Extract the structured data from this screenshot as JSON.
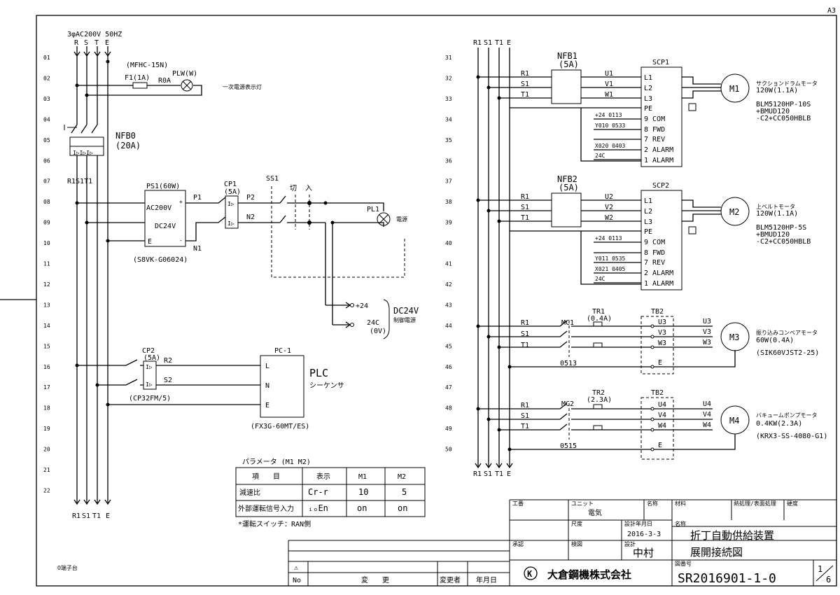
{
  "sheet_size": "A3",
  "row_numbers_left": [
    "01",
    "02",
    "03",
    "04",
    "05",
    "06",
    "07",
    "08",
    "09",
    "10",
    "11",
    "12",
    "13",
    "14",
    "15",
    "16",
    "17",
    "18",
    "19",
    "20",
    "21",
    "22"
  ],
  "row_numbers_right": [
    "31",
    "32",
    "33",
    "34",
    "35",
    "36",
    "37",
    "38",
    "39",
    "40",
    "41",
    "42",
    "43",
    "44",
    "45",
    "46",
    "47",
    "48",
    "49",
    "50"
  ],
  "left": {
    "supply": "3φAC200V 50HZ",
    "bus_top": [
      "R",
      "S",
      "T",
      "E"
    ],
    "bus_bottom": [
      "R1",
      "S1",
      "T1",
      "E"
    ],
    "r1s1t1": "R1S1T1",
    "mfhc": "(MFHC-15N)",
    "fuse": "F1(1A)",
    "r0a": "R0A",
    "plw": "PLW(W)",
    "power_lamp": "一次電源表示灯",
    "nfb0": "NFB0",
    "nfb0_a": "(20A)",
    "ps1": "PS1(60W)",
    "ac200v": "AC200V",
    "dc24v": "DC24V",
    "e": "E",
    "p1": "P1",
    "n1": "N1",
    "ps1_model": "(S8VK-G06024)",
    "cp1": "CP1",
    "cp1_a": "(5A)",
    "p2": "P2",
    "n2": "N2",
    "ss1": "SS1",
    "off": "切",
    "on": "入",
    "pl1": "PL1",
    "pl1_label": "電源",
    "plus24": "+24",
    "c24": "24C",
    "zero_v": "(0V)",
    "dc24v_ctrl": "DC24V",
    "ctrl_power": "制御電源",
    "cp2": "CP2",
    "cp2_a": "(5A)",
    "r2": "R2",
    "s2": "S2",
    "cp2_model": "(CP32FM/5)",
    "pc1": "PC-1",
    "plc_l": "L",
    "plc_n": "N",
    "plc_e": "E",
    "plc": "PLC",
    "maker": "シーケンサ",
    "plc_model": "(FX3G-60MT/ES)",
    "terminal_legend": "O端子台"
  },
  "param_table": {
    "title": "パラメータ (M1 M2)",
    "headers": [
      "項　　目",
      "表示",
      "M1",
      "M2"
    ],
    "rows": [
      [
        "減速比",
        "Cr-r",
        "10",
        "5"
      ],
      [
        "外部運転信号入力",
        "ᵢₒEn",
        "on",
        "on"
      ]
    ],
    "note": "*運転スイッチ：RAN側"
  },
  "right": {
    "bus_top": [
      "R1",
      "S1",
      "T1",
      "E"
    ],
    "bus_bottom": [
      "R1",
      "S1",
      "T1",
      "E"
    ],
    "scp1": {
      "nfb": "NFB1",
      "nfb_a": "(5A)",
      "name": "SCP1",
      "in": [
        "R1",
        "S1",
        "T1"
      ],
      "out": [
        "U1",
        "V1",
        "W1"
      ],
      "terms": [
        "L1",
        "L2",
        "L3",
        "PE",
        "9 COM",
        "8 FWD",
        "7 REV",
        "2 ALARM",
        "1 ALARM"
      ],
      "signals": [
        "+24  0113",
        "Y010  0533",
        "",
        "X020  0403",
        "24C"
      ],
      "motor": "M1",
      "desc": [
        "サクションドラムモータ",
        "120W(1.1A)",
        "BLM5120HP-10S",
        "+BMUD120",
        "-C2+CC050HBLB"
      ]
    },
    "scp2": {
      "nfb": "NFB2",
      "nfb_a": "(5A)",
      "name": "SCP2",
      "in": [
        "R1",
        "S1",
        "T1"
      ],
      "out": [
        "U2",
        "V2",
        "W2"
      ],
      "terms": [
        "L1",
        "L2",
        "L3",
        "PE",
        "9 COM",
        "8 FWD",
        "7 REV",
        "2 ALARM",
        "1 ALARM"
      ],
      "signals": [
        "+24  0113",
        "",
        "Y011  0535",
        "X021  0405",
        "24C"
      ],
      "motor": "M2",
      "desc": [
        "上ベルトモータ",
        "120W(1.1A)",
        "BLM5120HP-5S",
        "+BMUD120",
        "-C2+CC050HBLB"
      ]
    },
    "m3": {
      "mc": "MC1",
      "tr": "TR1",
      "tr_a": "(0.4A)",
      "tb": "TB2",
      "in": [
        "R1",
        "S1",
        "T1"
      ],
      "tb_terms": [
        "U3",
        "V3",
        "W3",
        "E"
      ],
      "out": [
        "U3",
        "V3",
        "W3"
      ],
      "addr": "0513",
      "motor": "M3",
      "desc": [
        "振り込みコンベアモータ",
        "60W(0.4A)",
        "(SIK60VJST2-25)"
      ]
    },
    "m4": {
      "mc": "MC2",
      "tr": "TR2",
      "tr_a": "(2.3A)",
      "tb": "TB2",
      "in": [
        "R1",
        "S1",
        "T1"
      ],
      "tb_terms": [
        "U4",
        "V4",
        "W4",
        "E"
      ],
      "out": [
        "U4",
        "V4",
        "W4"
      ],
      "addr": "0515",
      "motor": "M4",
      "desc": [
        "バキュームポンプモータ",
        "0.4KW(2.3A)",
        "(KRX3-SS-4080-G1)"
      ]
    }
  },
  "title_block": {
    "koban_label": "工番",
    "unit_label": "ユニット",
    "unit": "電気",
    "name_label": "名称",
    "material_label": "材料",
    "heat_label": "熱処理/表面処理",
    "tolerance_label": "硬度",
    "scale_label": "尺度",
    "date_label": "設計年月日",
    "date": "2016-3-3",
    "title_label": "名称",
    "title1": "折丁自動供給装置",
    "title2": "展開接続図",
    "approve_label": "承認",
    "check_label": "検図",
    "design_label": "設計",
    "designer": "中村",
    "company": "大倉鋼機株式会社",
    "drawing_no_label": "図番号",
    "drawing_no": "SR2016901-1-0",
    "page": "1",
    "pages": "6",
    "rev_no": "No",
    "rev_change": "変　　更",
    "rev_by": "変更者",
    "rev_date": "年月日",
    "rev_mark": "⚠"
  }
}
